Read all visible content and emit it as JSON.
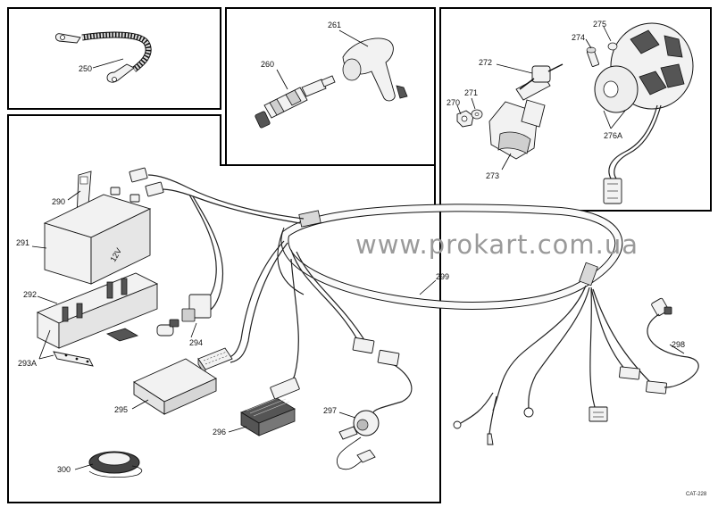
{
  "watermark": "www.prokart.com.ua",
  "catalog_code": "CAT-228",
  "callouts": [
    {
      "id": "c250",
      "label": "250"
    },
    {
      "id": "c260",
      "label": "260"
    },
    {
      "id": "c261",
      "label": "261"
    },
    {
      "id": "c270",
      "label": "270"
    },
    {
      "id": "c271",
      "label": "271"
    },
    {
      "id": "c272",
      "label": "272"
    },
    {
      "id": "c273",
      "label": "273"
    },
    {
      "id": "c274",
      "label": "274"
    },
    {
      "id": "c275",
      "label": "275"
    },
    {
      "id": "c276A",
      "label": "276A"
    },
    {
      "id": "c290",
      "label": "290"
    },
    {
      "id": "c291",
      "label": "291"
    },
    {
      "id": "c292",
      "label": "292"
    },
    {
      "id": "c293A",
      "label": "293A"
    },
    {
      "id": "c294",
      "label": "294"
    },
    {
      "id": "c295",
      "label": "295"
    },
    {
      "id": "c296",
      "label": "296"
    },
    {
      "id": "c297",
      "label": "297"
    },
    {
      "id": "c298",
      "label": "298"
    },
    {
      "id": "c299",
      "label": "299"
    },
    {
      "id": "c300",
      "label": "300"
    }
  ],
  "battery_marking": "12V"
}
